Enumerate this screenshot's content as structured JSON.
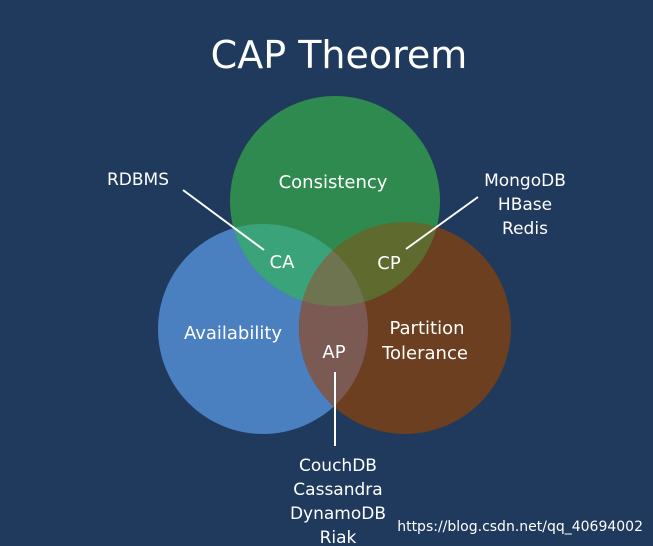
{
  "title": "CAP Theorem",
  "colors": {
    "background": "#1f3a5c",
    "consistency": "#2f8a4f",
    "availability": "#4a7fc0",
    "partition": "#6b3f1f",
    "ca_overlap": "#3aa37a",
    "cp_overlap": "#5f6a2f",
    "ap_overlap": "#7a5a52",
    "center_overlap": "#6f7450"
  },
  "circles": {
    "consistency": "Consistency",
    "availability": "Availability",
    "partition_line1": "Partition",
    "partition_line2": "Tolerance"
  },
  "intersections": {
    "ca": "CA",
    "cp": "CP",
    "ap": "AP"
  },
  "callouts": {
    "ca": [
      "RDBMS"
    ],
    "cp": [
      "MongoDB",
      "HBase",
      "Redis"
    ],
    "ap": [
      "CouchDB",
      "Cassandra",
      "DynamoDB",
      "Riak"
    ]
  },
  "watermark": "https://blog.csdn.net/qq_40694002"
}
